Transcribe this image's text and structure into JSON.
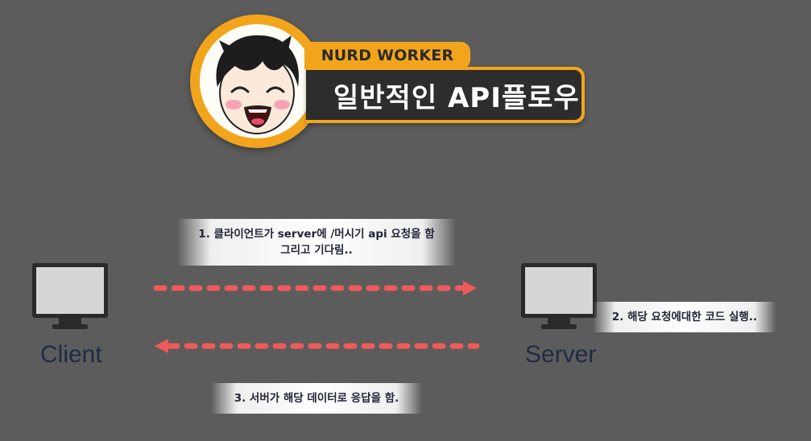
{
  "header": {
    "brand": "NURD WORKER",
    "title": "일반적인 API플로우"
  },
  "nodes": {
    "client_label": "Client",
    "server_label": "Server"
  },
  "steps": {
    "step1_line1": "1. 클라이언트가 server에 /머시기 api 요청을 함",
    "step1_line2": "그리고 기다림..",
    "step2": "2. 해당 요청에대한 코드 실행..",
    "step3": "3. 서버가 해당 데이터로 응답을 함."
  },
  "colors": {
    "background": "#5c5c5c",
    "accent": "#f2a51c",
    "arrow": "#ef5a5a",
    "label": "#1f2a44"
  },
  "icons": {
    "avatar": "cartoon-face-avatar",
    "client": "monitor-icon",
    "server": "monitor-icon"
  }
}
